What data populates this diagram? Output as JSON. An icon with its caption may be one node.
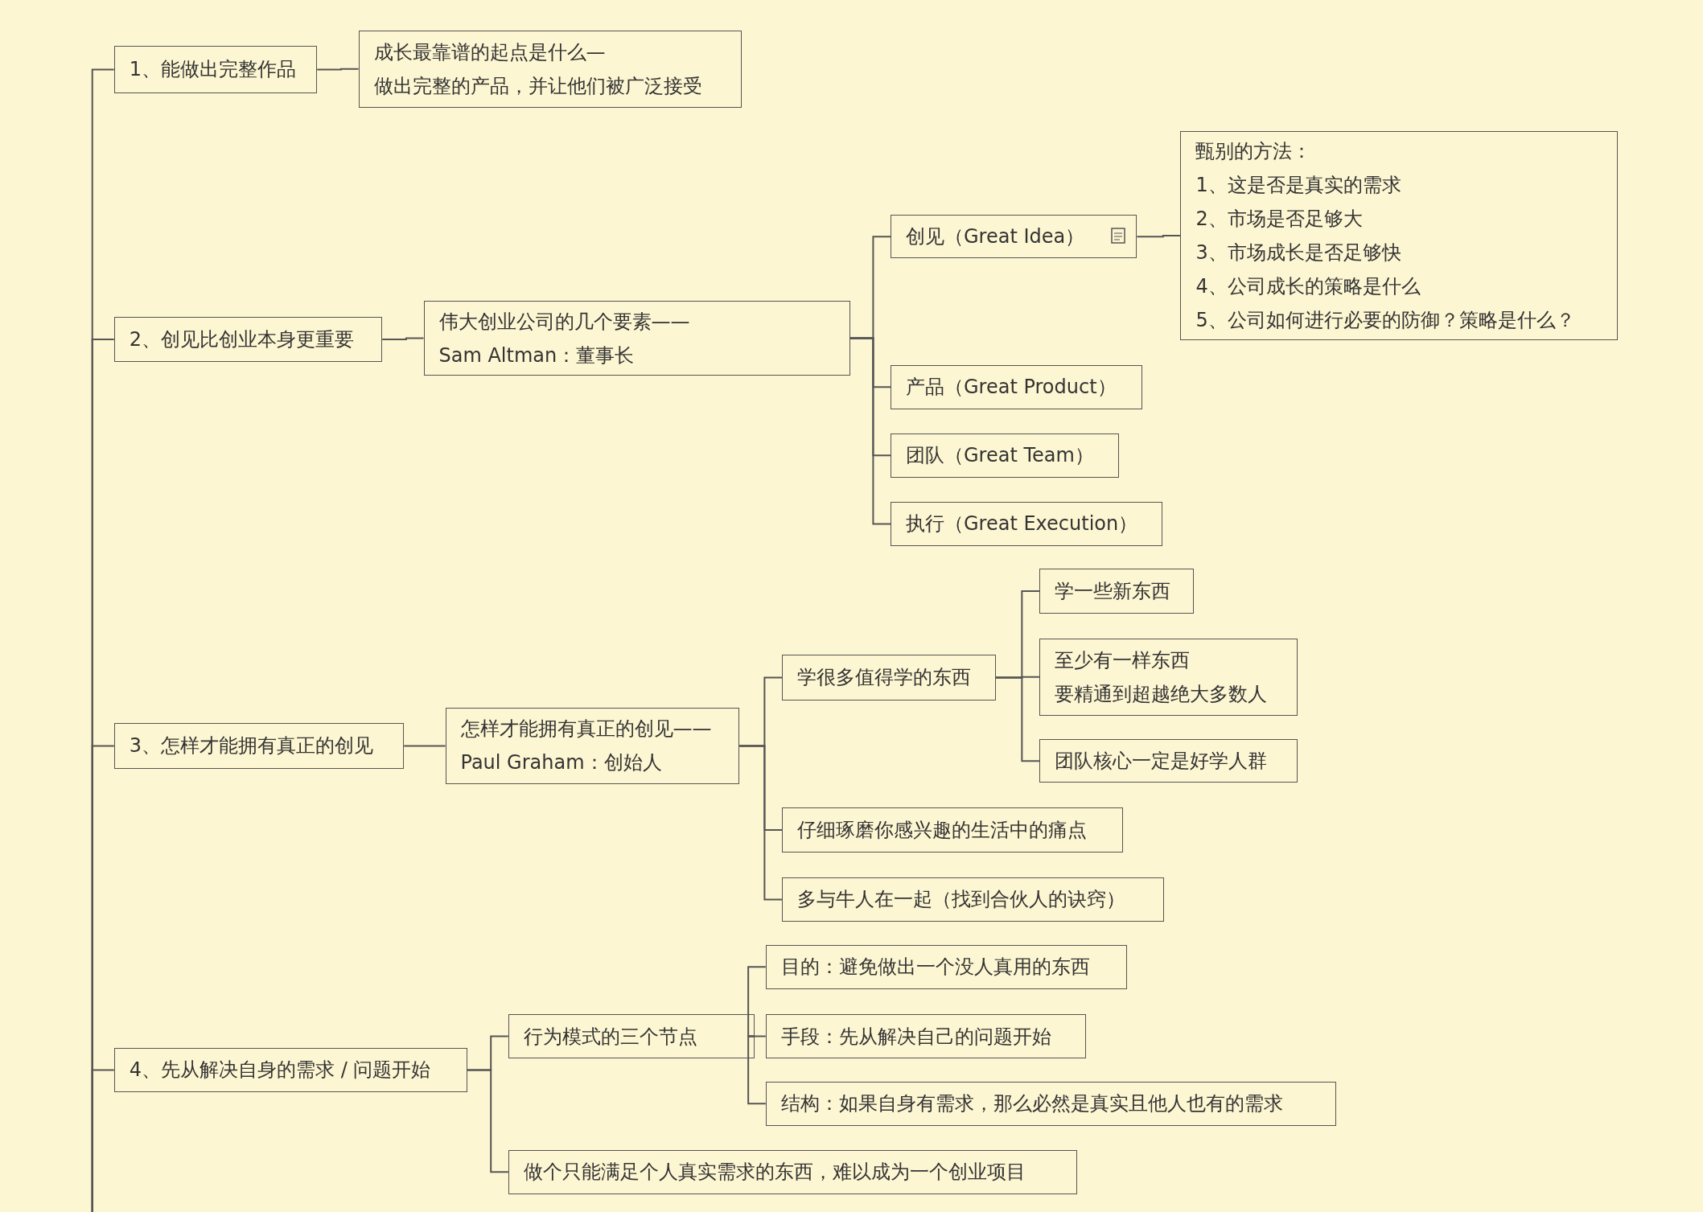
{
  "diagram": {
    "nodes": [
      {
        "text": [
          "1、能做出完整作品"
        ]
      },
      {
        "text": [
          "成长最靠谱的起点是什么—",
          "做出完整的产品，并让他们被广泛接受"
        ]
      },
      {
        "text": [
          "2、创见比创业本身更重要"
        ]
      },
      {
        "text": [
          "伟大创业公司的几个要素——",
          "Sam Altman：董事长"
        ]
      },
      {
        "text": [
          "创见（Great Idea）"
        ]
      },
      {
        "text": [
          "甄别的方法：",
          "1、这是否是真实的需求",
          "2、市场是否足够大",
          "3、市场成长是否足够快",
          "4、公司成长的策略是什么",
          "5、公司如何进行必要的防御？策略是什么？"
        ]
      },
      {
        "text": [
          "产品（Great Product）"
        ]
      },
      {
        "text": [
          "团队（Great Team）"
        ]
      },
      {
        "text": [
          "执行（Great Execution）"
        ]
      },
      {
        "text": [
          "3、怎样才能拥有真正的创见"
        ]
      },
      {
        "text": [
          "怎样才能拥有真正的创见——",
          "Paul Graham：创始人"
        ]
      },
      {
        "text": [
          "学很多值得学的东西"
        ]
      },
      {
        "text": [
          "学一些新东西"
        ]
      },
      {
        "text": [
          "至少有一样东西",
          "要精通到超越绝大多数人"
        ]
      },
      {
        "text": [
          "团队核心一定是好学人群"
        ]
      },
      {
        "text": [
          "仔细琢磨你感兴趣的生活中的痛点"
        ]
      },
      {
        "text": [
          "多与牛人在一起（找到合伙人的诀窍）"
        ]
      },
      {
        "text": [
          "4、先从解决自身的需求 / 问题开始"
        ]
      },
      {
        "text": [
          "行为模式的三个节点"
        ]
      },
      {
        "text": [
          "目的：避免做出一个没人真用的东西"
        ]
      },
      {
        "text": [
          "手段：先从解决自己的问题开始"
        ]
      },
      {
        "text": [
          "结构：如果自身有需求，那么必然是真实且他人也有的需求"
        ]
      },
      {
        "text": [
          "做个只能满足个人真实需求的东西，难以成为一个创业项目"
        ]
      }
    ],
    "edges": [
      {
        "from": null,
        "to": 0,
        "arrow": "none"
      },
      {
        "from": null,
        "to": 2,
        "arrow": "none"
      },
      {
        "from": null,
        "to": 9,
        "arrow": "none"
      },
      {
        "from": null,
        "to": 17,
        "arrow": "none"
      },
      {
        "from": 0,
        "to": 1,
        "arrow": "none"
      },
      {
        "from": 2,
        "to": 3,
        "arrow": "none"
      },
      {
        "from": 3,
        "to": 4,
        "arrow": "none"
      },
      {
        "from": 4,
        "to": 5,
        "arrow": "none"
      },
      {
        "from": 3,
        "to": 6,
        "arrow": "none"
      },
      {
        "from": 3,
        "to": 7,
        "arrow": "none"
      },
      {
        "from": 3,
        "to": 8,
        "arrow": "none"
      },
      {
        "from": 9,
        "to": 10,
        "arrow": "none"
      },
      {
        "from": 10,
        "to": 11,
        "arrow": "none"
      },
      {
        "from": 11,
        "to": 12,
        "arrow": "none"
      },
      {
        "from": 11,
        "to": 13,
        "arrow": "none"
      },
      {
        "from": 11,
        "to": 14,
        "arrow": "none"
      },
      {
        "from": 10,
        "to": 15,
        "arrow": "none"
      },
      {
        "from": 10,
        "to": 16,
        "arrow": "none"
      },
      {
        "from": 17,
        "to": 18,
        "arrow": "none"
      },
      {
        "from": 18,
        "to": 19,
        "arrow": "none"
      },
      {
        "from": 18,
        "to": 20,
        "arrow": "none"
      },
      {
        "from": 18,
        "to": 21,
        "arrow": "none"
      },
      {
        "from": 17,
        "to": 22,
        "arrow": "none"
      }
    ]
  }
}
